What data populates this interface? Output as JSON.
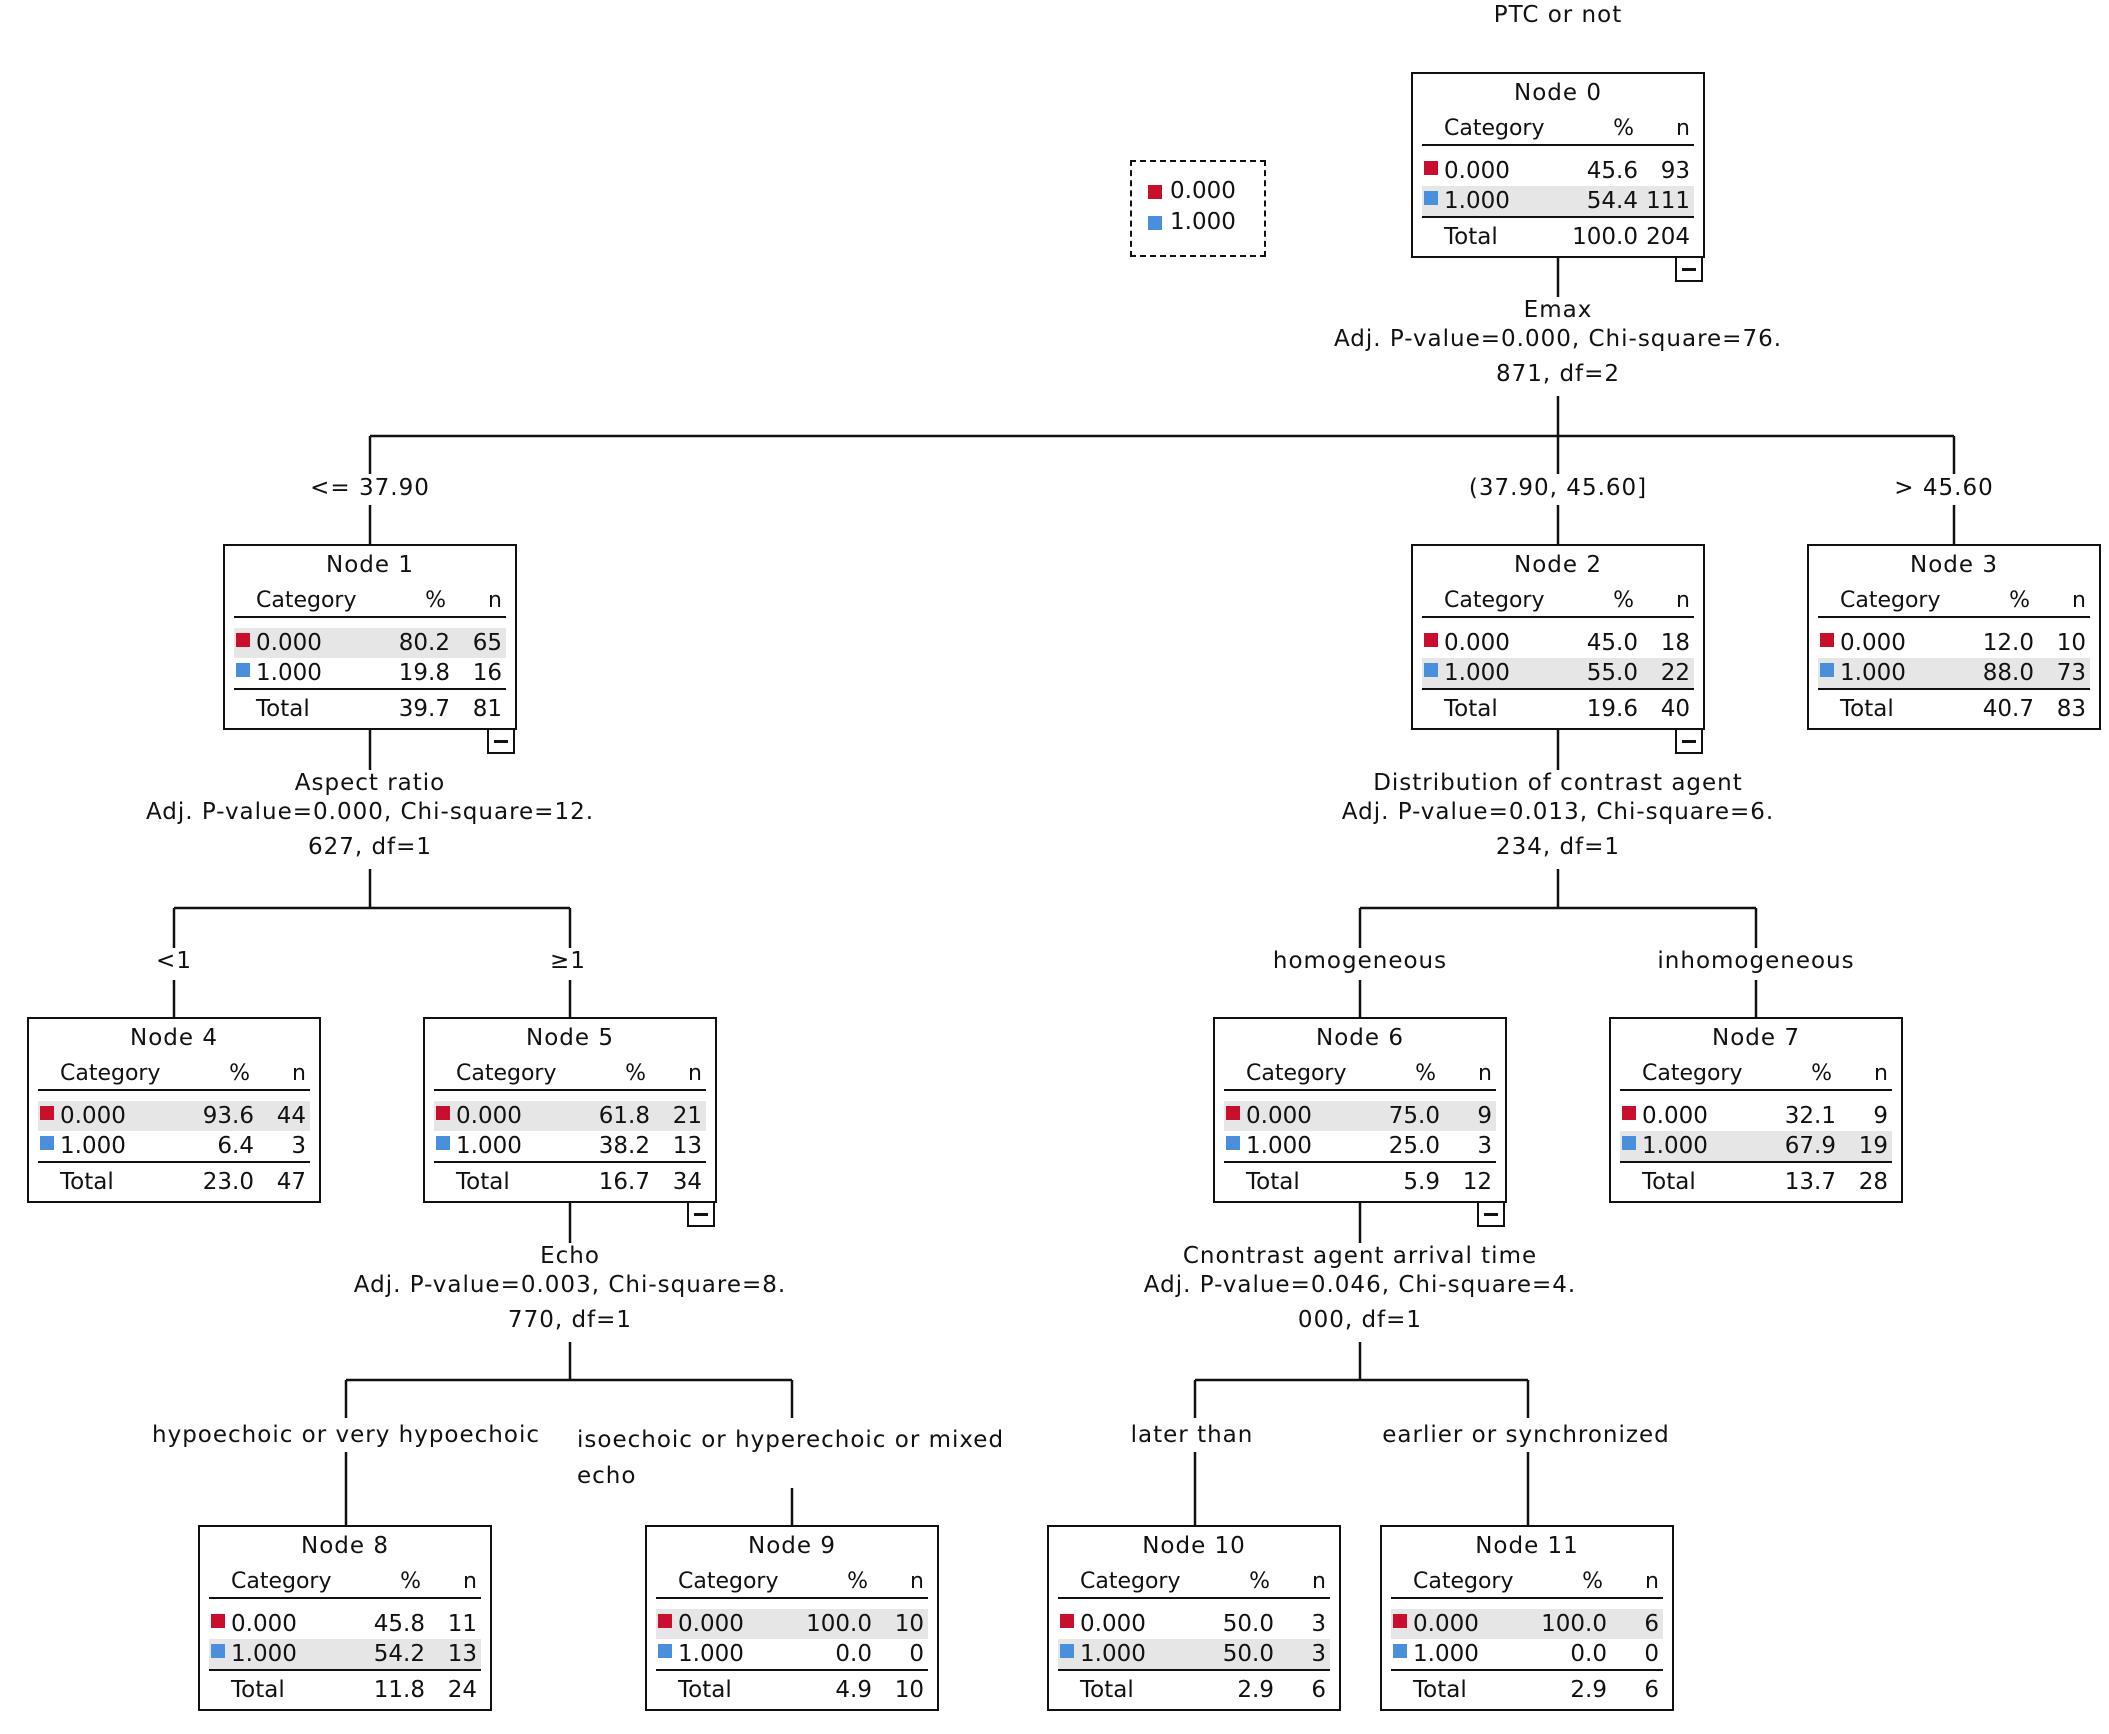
{
  "title": "PTC or not",
  "legend": [
    {
      "label": "0.000",
      "color": "#c8102e"
    },
    {
      "label": "1.000",
      "color": "#4a8fdc"
    }
  ],
  "header": {
    "category": "Category",
    "pct": "%",
    "n": "n",
    "total": "Total"
  },
  "nodes": [
    {
      "title": "Node 0",
      "rows": [
        {
          "cat": "0.000",
          "pct": "45.6",
          "n": "93"
        },
        {
          "cat": "1.000",
          "pct": "54.4",
          "n": "111"
        }
      ],
      "total": {
        "pct": "100.0",
        "n": "204"
      }
    },
    {
      "title": "Node 1",
      "rows": [
        {
          "cat": "0.000",
          "pct": "80.2",
          "n": "65"
        },
        {
          "cat": "1.000",
          "pct": "19.8",
          "n": "16"
        }
      ],
      "total": {
        "pct": "39.7",
        "n": "81"
      }
    },
    {
      "title": "Node 2",
      "rows": [
        {
          "cat": "0.000",
          "pct": "45.0",
          "n": "18"
        },
        {
          "cat": "1.000",
          "pct": "55.0",
          "n": "22"
        }
      ],
      "total": {
        "pct": "19.6",
        "n": "40"
      }
    },
    {
      "title": "Node 3",
      "rows": [
        {
          "cat": "0.000",
          "pct": "12.0",
          "n": "10"
        },
        {
          "cat": "1.000",
          "pct": "88.0",
          "n": "73"
        }
      ],
      "total": {
        "pct": "40.7",
        "n": "83"
      }
    },
    {
      "title": "Node 4",
      "rows": [
        {
          "cat": "0.000",
          "pct": "93.6",
          "n": "44"
        },
        {
          "cat": "1.000",
          "pct": "6.4",
          "n": "3"
        }
      ],
      "total": {
        "pct": "23.0",
        "n": "47"
      }
    },
    {
      "title": "Node 5",
      "rows": [
        {
          "cat": "0.000",
          "pct": "61.8",
          "n": "21"
        },
        {
          "cat": "1.000",
          "pct": "38.2",
          "n": "13"
        }
      ],
      "total": {
        "pct": "16.7",
        "n": "34"
      }
    },
    {
      "title": "Node 6",
      "rows": [
        {
          "cat": "0.000",
          "pct": "75.0",
          "n": "9"
        },
        {
          "cat": "1.000",
          "pct": "25.0",
          "n": "3"
        }
      ],
      "total": {
        "pct": "5.9",
        "n": "12"
      }
    },
    {
      "title": "Node 7",
      "rows": [
        {
          "cat": "0.000",
          "pct": "32.1",
          "n": "9"
        },
        {
          "cat": "1.000",
          "pct": "67.9",
          "n": "19"
        }
      ],
      "total": {
        "pct": "13.7",
        "n": "28"
      }
    },
    {
      "title": "Node 8",
      "rows": [
        {
          "cat": "0.000",
          "pct": "45.8",
          "n": "11"
        },
        {
          "cat": "1.000",
          "pct": "54.2",
          "n": "13"
        }
      ],
      "total": {
        "pct": "11.8",
        "n": "24"
      }
    },
    {
      "title": "Node 9",
      "rows": [
        {
          "cat": "0.000",
          "pct": "100.0",
          "n": "10"
        },
        {
          "cat": "1.000",
          "pct": "0.0",
          "n": "0"
        }
      ],
      "total": {
        "pct": "4.9",
        "n": "10"
      }
    },
    {
      "title": "Node 10",
      "rows": [
        {
          "cat": "0.000",
          "pct": "50.0",
          "n": "3"
        },
        {
          "cat": "1.000",
          "pct": "50.0",
          "n": "3"
        }
      ],
      "total": {
        "pct": "2.9",
        "n": "6"
      }
    },
    {
      "title": "Node 11",
      "rows": [
        {
          "cat": "0.000",
          "pct": "100.0",
          "n": "6"
        },
        {
          "cat": "1.000",
          "pct": "0.0",
          "n": "0"
        }
      ],
      "total": {
        "pct": "2.9",
        "n": "6"
      }
    }
  ],
  "splits": [
    {
      "name": "Emax",
      "line1": "Adj. P-value=0.000, Chi-square=76.",
      "line2": "871, df=2"
    },
    {
      "name": "Aspect ratio",
      "line1": "Adj. P-value=0.000, Chi-square=12.",
      "line2": "627, df=1"
    },
    {
      "name": "Distribution of contrast agent",
      "line1": "Adj. P-value=0.013, Chi-square=6.",
      "line2": "234, df=1"
    },
    {
      "name": "Echo",
      "line1": "Adj. P-value=0.003, Chi-square=8.",
      "line2": "770, df=1"
    },
    {
      "name": "Cnontrast agent arrival time",
      "line1": "Adj. P-value=0.046, Chi-square=4.",
      "line2": "000, df=1"
    }
  ],
  "branches": {
    "b1": "<= 37.90",
    "b2": "(37.90, 45.60]",
    "b3": "> 45.60",
    "b4": "<1",
    "b5": "≥1",
    "b6": "homogeneous",
    "b7": "inhomogeneous",
    "b8": "hypoechoic or very hypoechoic",
    "b9_line1": "isoechoic or hyperechoic or mixed",
    "b9_line2": "echo",
    "b10": "later than",
    "b11": "earlier or synchronized"
  }
}
